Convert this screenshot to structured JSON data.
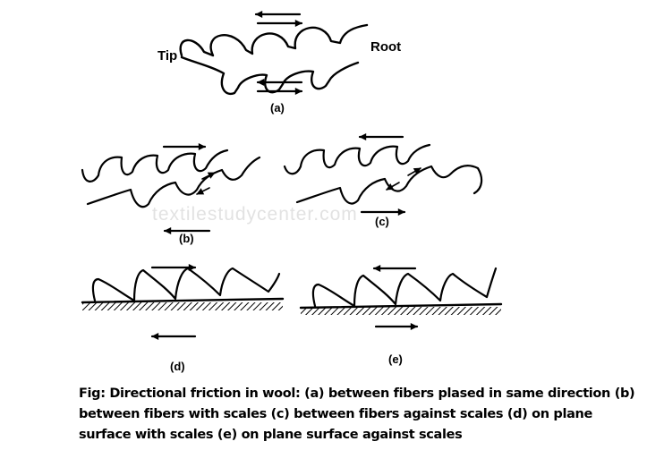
{
  "labels": {
    "tip": "Tip",
    "root": "Root",
    "a": "(a)",
    "b": "(b)",
    "c": "(c)",
    "d": "(d)",
    "e": "(e)"
  },
  "watermark": "textilestudycenter.com",
  "caption": "Fig: Directional friction in wool: (a) between fibers plased in same direction (b) between fibers with scales (c) between fibers against scales (d) on plane surface with scales (e) on plane surface against scales"
}
